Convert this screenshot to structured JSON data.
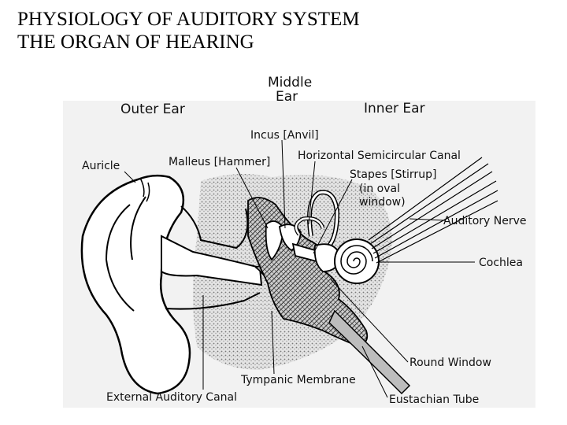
{
  "title": {
    "line1": "PHYSIOLOGY OF AUDITORY SYSTEM",
    "line2": "THE ORGAN OF HEARING"
  },
  "sections": {
    "middle_line1": "Middle",
    "middle_line2": "Ear",
    "outer": "Outer Ear",
    "inner": "Inner Ear"
  },
  "labels": {
    "incus": "Incus [Anvil]",
    "malleus": "Malleus [Hammer]",
    "auricle": "Auricle",
    "horizontal_canal": "Horizontal Semicircular Canal",
    "stapes": "Stapes [Stirrup]",
    "oval_window_line1": "(in oval",
    "oval_window_line2": "window)",
    "auditory_nerve": "Auditory Nerve",
    "cochlea": "Cochlea",
    "round_window": "Round Window",
    "tympanic_membrane": "Tympanic Membrane",
    "external_canal": "External Auditory Canal",
    "eustachian_tube": "Eustachian Tube"
  }
}
